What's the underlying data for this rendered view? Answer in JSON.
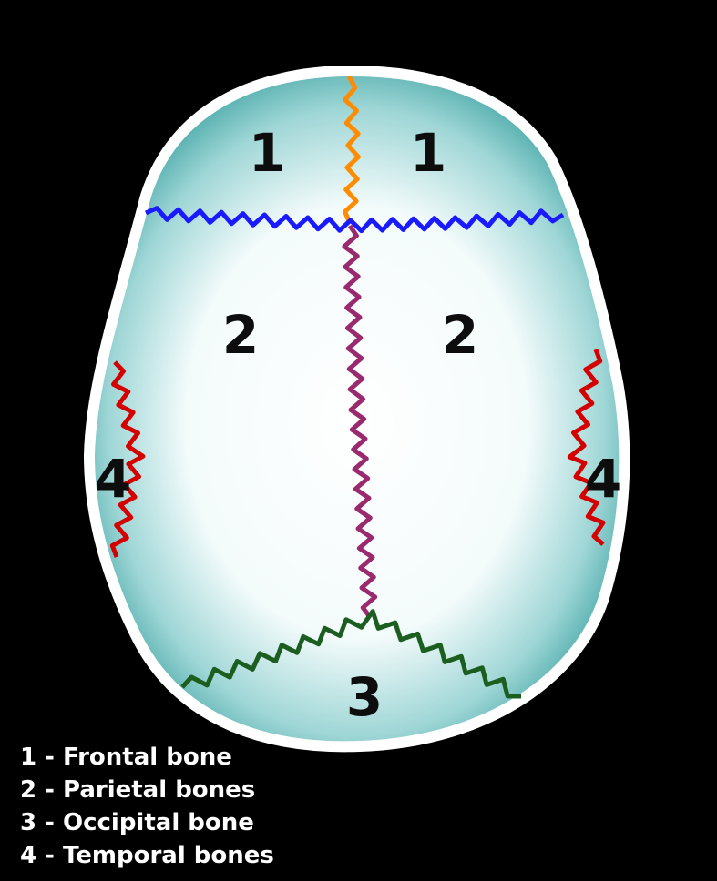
{
  "diagram": {
    "region_numbers": [
      "1",
      "1",
      "2",
      "2",
      "4",
      "4",
      "3"
    ],
    "colors": {
      "background": "#000000",
      "skull_outline": "#ffffff",
      "skull_fill_center": "#ffffff",
      "skull_fill_edge": "#2e9a9a",
      "coronal_suture": "#1a1aff",
      "metopic_suture": "#ff8c00",
      "sagittal_suture": "#9a2a6e",
      "lambdoid_suture": "#1b5e20",
      "squamous_suture": "#d40000"
    }
  },
  "legend": [
    "1 - Frontal bone",
    "2 - Parietal bones",
    "3 - Occipital bone",
    "4 - Temporal bones"
  ]
}
